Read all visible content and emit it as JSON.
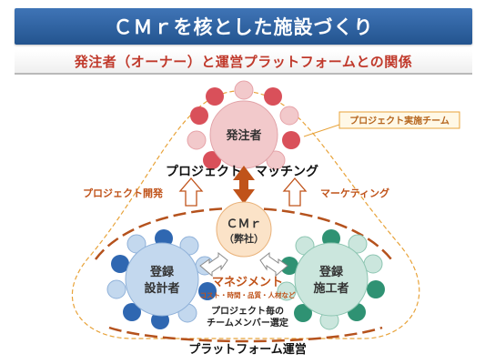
{
  "header": {
    "title": "ＣＭｒを核とした施設づくり",
    "subtitle": "発注者（オーナー）と運営プラットフォームとの関係"
  },
  "diagram": {
    "team_callout": "プロジェクト実施チーム",
    "owner_label": "発注者",
    "cmr_line1": "ＣＭｒ",
    "cmr_line2": "（弊社）",
    "matching_label": "プロジェクト　マッチング",
    "project_dev_label": "プロジェクト開発",
    "marketing_label": "マーケティング",
    "designer_line1": "登録",
    "designer_line2": "設計者",
    "builder_line1": "登録",
    "builder_line2": "施工者",
    "management_label": "マネジメント",
    "management_detail": "コスト・時間・品質・人材など",
    "team_select_line1": "プロジェクト毎の",
    "team_select_line2": "チームメンバー選定",
    "platform_label": "プラットフォーム運営"
  },
  "colors": {
    "title_bar": "#2f62a3",
    "subtitle_text": "#c0392b",
    "owner_fill": "#f2c9cb",
    "owner_dots": "#d9505a",
    "cmr_fill": "#fbe3c8",
    "designer_fill": "#c3d8ee",
    "designer_dots": "#2f67b1",
    "builder_fill": "#cbe6dd",
    "builder_dots": "#2f9273",
    "orange_arrow": "#c0531a",
    "dashed_orange": "#e8a33a"
  }
}
